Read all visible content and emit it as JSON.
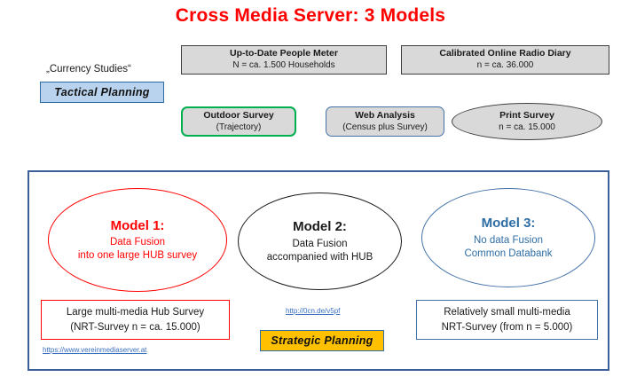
{
  "title": "Cross Media Server: 3 Models",
  "left_labels": {
    "currency_studies": "„Currency Studies“",
    "tactical_planning": "Tactical  Planning"
  },
  "sources": [
    {
      "name": "people-meter",
      "title": "Up-to-Date People Meter",
      "subtitle": "N = ca. 1.500 Households"
    },
    {
      "name": "radio-diary",
      "title": "Calibrated  Online Radio  Diary",
      "subtitle": "n = ca. 36.000"
    },
    {
      "name": "outdoor-survey",
      "title": "Outdoor Survey",
      "subtitle": "(Trajectory)"
    },
    {
      "name": "web-analysis",
      "title": "Web Analysis",
      "subtitle": "(Census plus Survey)"
    },
    {
      "name": "print-survey",
      "title": "Print Survey",
      "subtitle": "n = ca. 15.000"
    }
  ],
  "models": [
    {
      "name": "Model 1:",
      "line1": "Data Fusion",
      "line2": "into one large HUB survey"
    },
    {
      "name": "Model 2:",
      "line1": "Data Fusion",
      "line2": "accompanied with HUB"
    },
    {
      "name": "Model 3:",
      "line1": "No data Fusion",
      "line2": "Common Databank"
    }
  ],
  "descriptions": [
    {
      "name": "hub-survey",
      "line1": "Large multi-media Hub Survey",
      "line2": "(NRT-Survey  n = ca. 15.000)"
    },
    {
      "name": "small-survey",
      "line1": "Relatively small multi-media",
      "line2": "NRT-Survey (from n = 5.000)"
    }
  ],
  "links": {
    "verein": "https://www.vereinmediaserver.at",
    "short": "http://0cn.de/v5pf"
  },
  "strategic_planning": "Strategic Planning",
  "colors": {
    "title_red": "#ff0000",
    "model1_red": "#ff0000",
    "model2_black": "#1a1a1a",
    "model3_blue": "#2e6da4",
    "outdoor_green": "#00b050",
    "tactical_fill": "#b9d3ee",
    "strategic_fill": "#ffc000",
    "frame_blue": "#3a5f99",
    "source_fill": "#d9d9d9",
    "link_blue": "#3a6fbf"
  }
}
